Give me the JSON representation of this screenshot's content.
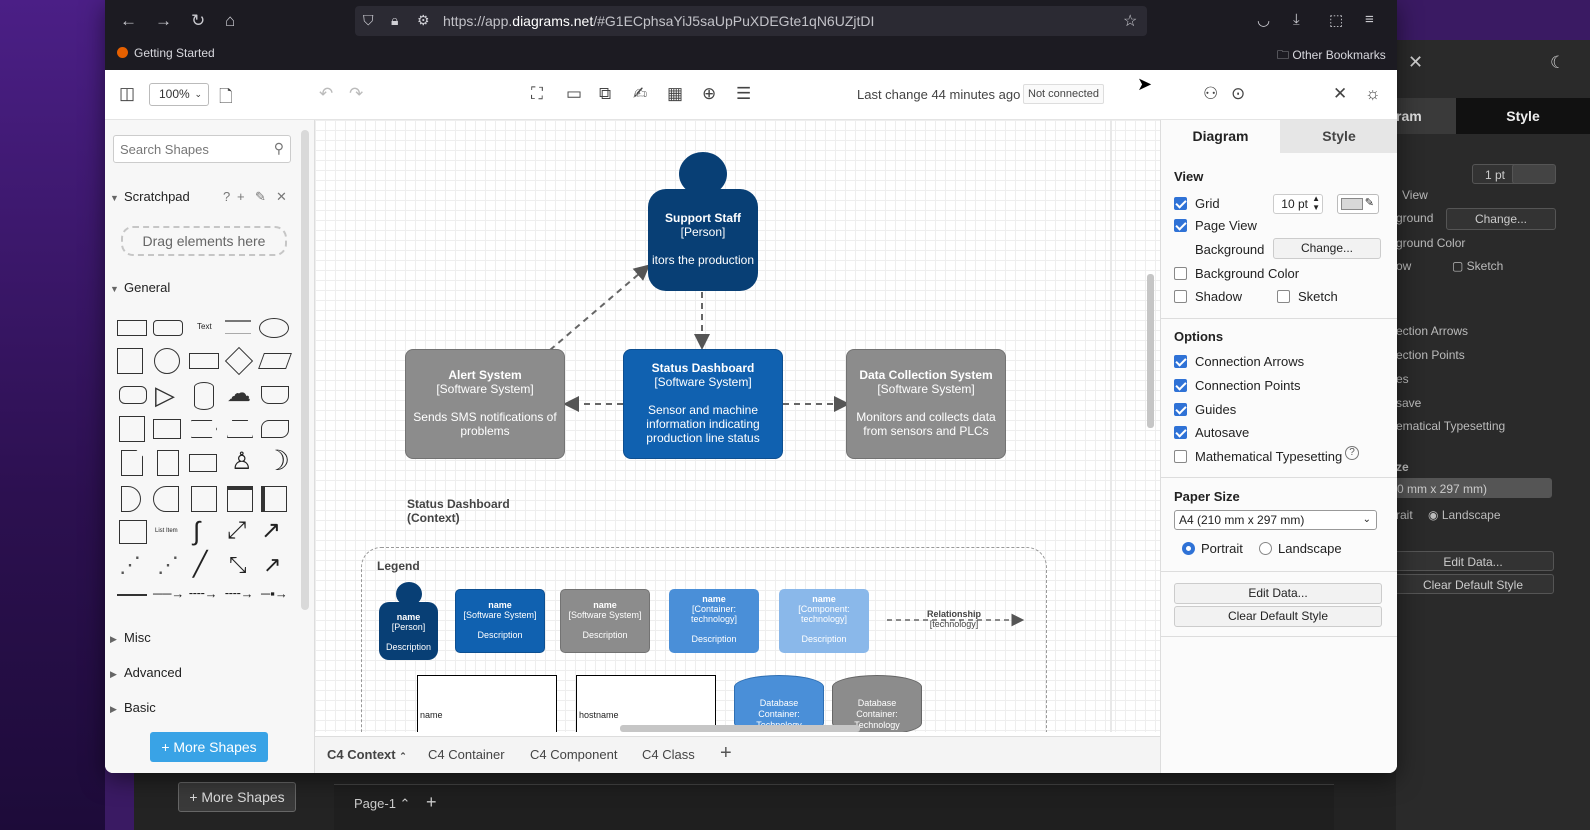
{
  "browser": {
    "url_prefix": "https://app.",
    "url_domain": "diagrams.net",
    "url_rest": "/#G1ECphsaYiJ5saUpPuXDEGte1qN6UZjtDI",
    "bookmark_getting_started": "Getting Started",
    "bookmark_other": "Other Bookmarks"
  },
  "toolbar": {
    "zoom": "100%",
    "last_change": "Last change 44 minutes ago",
    "status": "Not connected"
  },
  "left": {
    "search_placeholder": "Search Shapes",
    "scratchpad": "Scratchpad",
    "scratch_help": "?",
    "scratch_add": "+",
    "drag_here": "Drag elements here",
    "general": "General",
    "misc": "Misc",
    "advanced": "Advanced",
    "basic": "Basic",
    "more_shapes": "+ More Shapes",
    "shape_text": "Text"
  },
  "diagram": {
    "support": {
      "title": "Support Staff",
      "kind": "[Person]",
      "desc": "itors the production"
    },
    "alert": {
      "title": "Alert System",
      "kind": "[Software System]",
      "desc": "Sends SMS notifications of problems"
    },
    "status": {
      "title": "Status Dashboard",
      "kind": "[Software System]",
      "desc": "Sensor and machine information indicating production line status"
    },
    "collection": {
      "title": "Data Collection System",
      "kind": "[Software System]",
      "desc": "Monitors and collects data from sensors and PLCs"
    },
    "caption_line1": "Status Dashboard",
    "caption_line2": "(Context)",
    "legend": {
      "title": "Legend",
      "person": {
        "name": "name",
        "kind": "[Person]",
        "desc": "Description"
      },
      "sw_blue": {
        "name": "name",
        "kind": "[Software System]",
        "desc": "Description"
      },
      "sw_grey": {
        "name": "name",
        "kind": "[Software System]",
        "desc": "Description"
      },
      "container": {
        "name": "name",
        "kind": "[Container: technology]",
        "desc": "Description"
      },
      "component": {
        "name": "name",
        "kind": "[Component: technology]",
        "desc": "Description"
      },
      "relationship": "Relationship",
      "rel_tech": "[technology]",
      "box1": "name",
      "box2": "hostname",
      "db1_title": "Database",
      "db1_sub": "Container: Technology",
      "db2_title": "Database",
      "db2_sub": "Container: Technology"
    }
  },
  "tabs": [
    "C4 Context",
    "C4 Container",
    "C4 Component",
    "C4 Class"
  ],
  "tabs_plus": "+",
  "right": {
    "tab_diagram": "Diagram",
    "tab_style": "Style",
    "view": "View",
    "grid": "Grid",
    "grid_size": "10 pt",
    "page_view": "Page View",
    "background": "Background",
    "change": "Change...",
    "background_color": "Background Color",
    "shadow": "Shadow",
    "sketch": "Sketch",
    "options": "Options",
    "connection_arrows": "Connection Arrows",
    "connection_points": "Connection Points",
    "guides": "Guides",
    "autosave": "Autosave",
    "math": "Mathematical Typesetting",
    "help": "?",
    "paper_size": "Paper Size",
    "paper_value": "A4 (210 mm x 297 mm)",
    "portrait": "Portrait",
    "landscape": "Landscape",
    "edit_data": "Edit Data...",
    "clear_style": "Clear Default Style"
  },
  "background_app": {
    "tab_partial": "ram",
    "tab_style": "Style",
    "pt": "1 pt",
    "view": "View",
    "ground": "ground",
    "change": "Change...",
    "ground_color": "ground Color",
    "ow": "ow",
    "sketch": "Sketch",
    "conn_arrows": "ection Arrows",
    "conn_points": "ection Points",
    "es": "es",
    "save": "save",
    "math": "ematical Typesetting",
    "size": "ze",
    "paper": "0 mm x 297 mm)",
    "rait": "rait",
    "landscape": "Landscape",
    "edit_data": "Edit Data...",
    "clear_style": "Clear Default Style",
    "more_shapes": "+ More Shapes",
    "page": "Page-1",
    "plus": "+"
  },
  "colors": {
    "blue": "#1061b0",
    "navy": "#083f75",
    "grey": "#8c8c8c",
    "light_blue": "#4a8fd8",
    "lighter_blue": "#8ab8ea",
    "accent": "#2f72d6",
    "more_button": "#39a3e6"
  }
}
